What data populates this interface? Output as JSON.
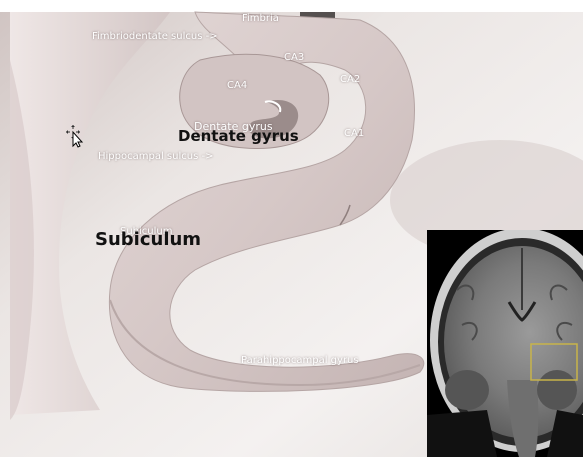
{
  "labels": {
    "fimbria": "Fimbria",
    "fimbriodentate_sulcus": "Fimbriodentate sulcus ->",
    "ca3": "CA3",
    "ca4": "CA4",
    "ca2": "CA2",
    "ca1": "CA1",
    "dentate_gyrus_small": "Dentate gyrus",
    "hippocampal_sulcus": "Hippocampal sulcus ->",
    "subiculum_small": "Subiculum",
    "parahippocampal_gyrus": "Parahippocampal gyrus"
  },
  "overlay": {
    "dentate_gyrus": "Dentate gyrus",
    "subiculum": "Subiculum"
  },
  "icons": [
    "move-cursor-icon"
  ],
  "colors": {
    "tissue": "#d9cccb",
    "tissue_shadow": "#b8a9a8",
    "background": "#e9e4e2",
    "roi_box": "#c8b44a"
  }
}
